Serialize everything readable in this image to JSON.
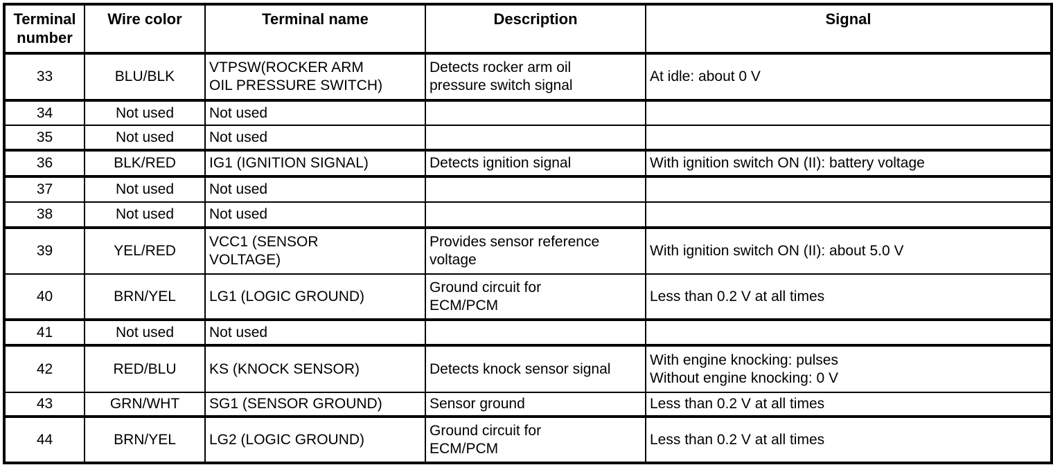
{
  "table": {
    "columns": [
      {
        "key": "terminal_number",
        "label": "Terminal\nnumber",
        "align": "center"
      },
      {
        "key": "wire_color",
        "label": "Wire color",
        "align": "center"
      },
      {
        "key": "terminal_name",
        "label": "Terminal name",
        "align": "left"
      },
      {
        "key": "description",
        "label": "Description",
        "align": "left"
      },
      {
        "key": "signal",
        "label": "Signal",
        "align": "left"
      }
    ],
    "rows": [
      {
        "terminal_number": "33",
        "wire_color": "BLU/BLK",
        "terminal_name": "VTPSW(ROCKER ARM\nOIL PRESSURE SWITCH)",
        "description": "Detects rocker arm oil\npressure switch signal",
        "signal": "At idle: about 0 V"
      },
      {
        "terminal_number": "34",
        "wire_color": "Not used",
        "terminal_name": "Not used",
        "description": "",
        "signal": ""
      },
      {
        "terminal_number": "35",
        "wire_color": "Not used",
        "terminal_name": "Not used",
        "description": "",
        "signal": ""
      },
      {
        "terminal_number": "36",
        "wire_color": "BLK/RED",
        "terminal_name": "IG1 (IGNITION SIGNAL)",
        "description": "Detects ignition signal",
        "signal": "With ignition switch ON (II): battery voltage"
      },
      {
        "terminal_number": "37",
        "wire_color": "Not used",
        "terminal_name": "Not used",
        "description": "",
        "signal": ""
      },
      {
        "terminal_number": "38",
        "wire_color": "Not used",
        "terminal_name": "Not used",
        "description": "",
        "signal": ""
      },
      {
        "terminal_number": "39",
        "wire_color": "YEL/RED",
        "terminal_name": "VCC1 (SENSOR\nVOLTAGE)",
        "description": "Provides sensor reference\nvoltage",
        "signal": "With ignition switch ON (II): about 5.0 V"
      },
      {
        "terminal_number": "40",
        "wire_color": "BRN/YEL",
        "terminal_name": "LG1 (LOGIC GROUND)",
        "description": "Ground circuit for\nECM/PCM",
        "signal": "Less than 0.2 V at all times"
      },
      {
        "terminal_number": "41",
        "wire_color": "Not used",
        "terminal_name": "Not used",
        "description": "",
        "signal": ""
      },
      {
        "terminal_number": "42",
        "wire_color": "RED/BLU",
        "terminal_name": "KS (KNOCK SENSOR)",
        "description": "Detects knock sensor signal",
        "signal": "With engine knocking: pulses\nWithout engine knocking: 0 V"
      },
      {
        "terminal_number": "43",
        "wire_color": "GRN/WHT",
        "terminal_name": "SG1 (SENSOR GROUND)",
        "description": "Sensor ground",
        "signal": "Less than 0.2 V at all times"
      },
      {
        "terminal_number": "44",
        "wire_color": "BRN/YEL",
        "terminal_name": "LG2 (LOGIC GROUND)",
        "description": "Ground circuit for\nECM/PCM",
        "signal": "Less than 0.2 V at all times"
      }
    ]
  },
  "style": {
    "border_color": "#000000",
    "background": "#ffffff",
    "text_color": "#000000"
  }
}
